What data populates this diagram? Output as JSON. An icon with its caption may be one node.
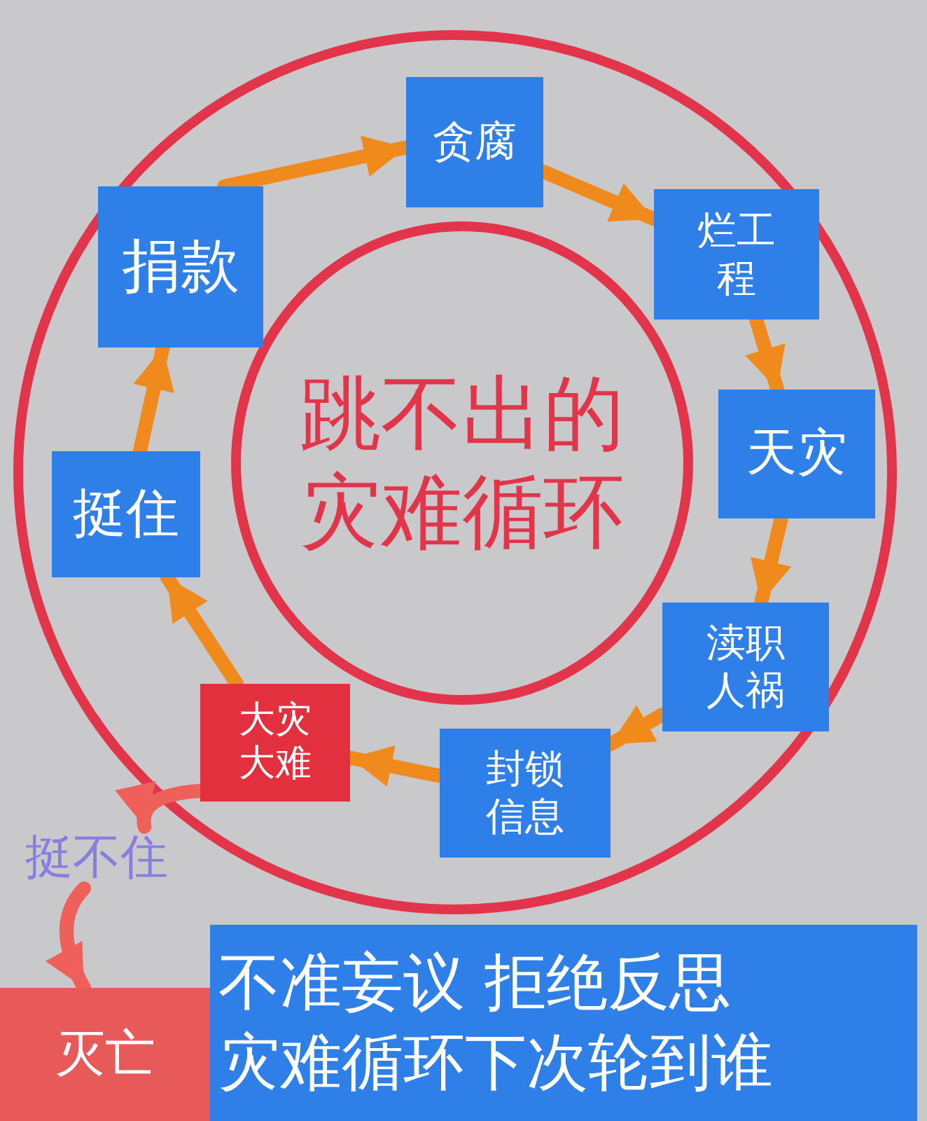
{
  "diagram": {
    "nodes": [
      {
        "text": [
          "跳不出的灾难循环"
        ]
      },
      {
        "text": [
          "贪腐"
        ]
      },
      {
        "text": [
          "烂工程"
        ]
      },
      {
        "text": [
          "天灾"
        ]
      },
      {
        "text": [
          "渎职人祸"
        ]
      },
      {
        "text": [
          "封锁信息"
        ]
      },
      {
        "text": [
          "大灾大难"
        ]
      },
      {
        "text": [
          "挺住"
        ]
      },
      {
        "text": [
          "捐款"
        ]
      },
      {
        "text": [
          "挺不住"
        ]
      },
      {
        "text": [
          "灭亡"
        ]
      },
      {
        "text": [
          "不准妄议 拒绝反思",
          "灾难循环下次轮到谁"
        ]
      }
    ],
    "edges": [
      {
        "from": 8,
        "to": 1,
        "arrow": "to"
      },
      {
        "from": 1,
        "to": 2,
        "arrow": "to"
      },
      {
        "from": 2,
        "to": 3,
        "arrow": "to"
      },
      {
        "from": 3,
        "to": 4,
        "arrow": "to"
      },
      {
        "from": 4,
        "to": 5,
        "arrow": "to"
      },
      {
        "from": 5,
        "to": 6,
        "arrow": "to"
      },
      {
        "from": 6,
        "to": 7,
        "arrow": "to"
      },
      {
        "from": 7,
        "to": 8,
        "arrow": "to"
      },
      {
        "from": 6,
        "to": 9,
        "arrow": "to",
        "color": "#f0605a"
      },
      {
        "from": 9,
        "to": 10,
        "arrow": "to",
        "color": "#f0605a"
      }
    ]
  }
}
